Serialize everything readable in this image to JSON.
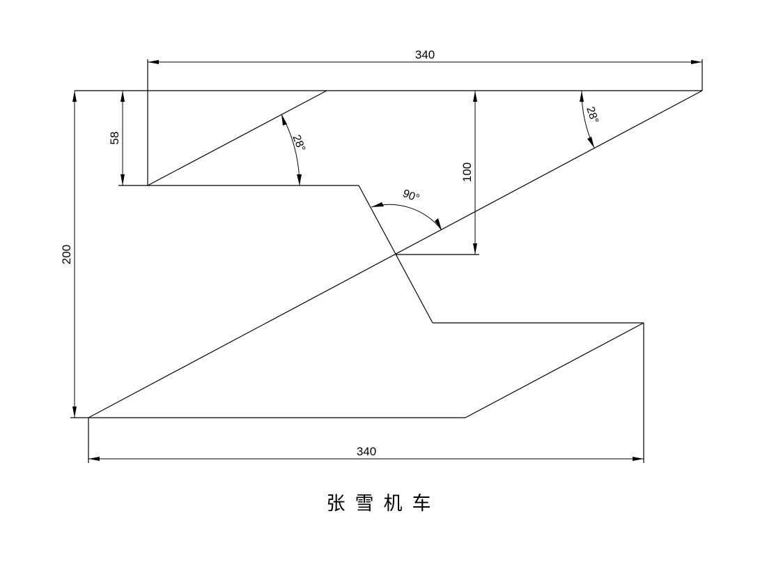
{
  "dimensions": {
    "top_width": "340",
    "bottom_width": "340",
    "left_height": "200",
    "step_height": "58",
    "mid_height": "100"
  },
  "angles": {
    "upper_left": "28°",
    "upper_right": "28°",
    "right_angle": "90°"
  },
  "caption": "张雪机车"
}
